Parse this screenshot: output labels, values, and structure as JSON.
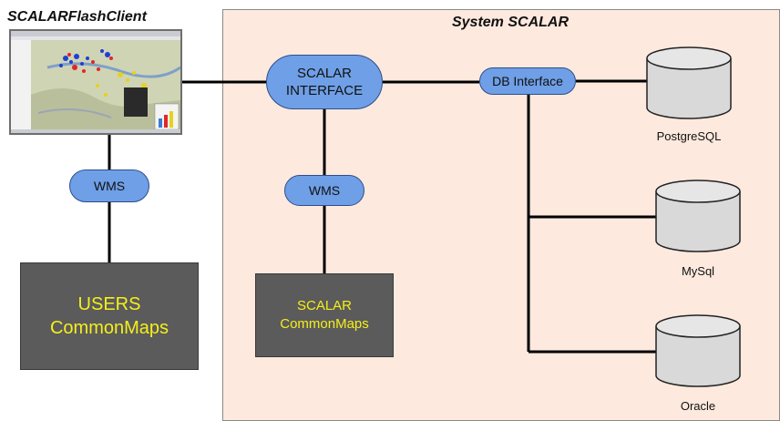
{
  "client": {
    "title": "SCALARFlashClient"
  },
  "system": {
    "title": "System SCALAR"
  },
  "nodes": {
    "scalar_interface": {
      "line1": "SCALAR",
      "line2": "INTERFACE"
    },
    "db_interface": "DB Interface",
    "wms_left": "WMS",
    "wms_mid": "WMS",
    "users_commonmaps": {
      "line1": "USERS",
      "line2": "CommonMaps"
    },
    "scalar_commonmaps": {
      "line1": "SCALAR",
      "line2": "CommonMaps"
    }
  },
  "databases": {
    "postgresql": "PostgreSQL",
    "mysql": "MySql",
    "oracle": "Oracle"
  },
  "colors": {
    "pill_fill": "#6f9fe6",
    "box_fill": "#5b5b5b",
    "box_text": "#f5ef1a",
    "system_bg": "#fde9de"
  }
}
